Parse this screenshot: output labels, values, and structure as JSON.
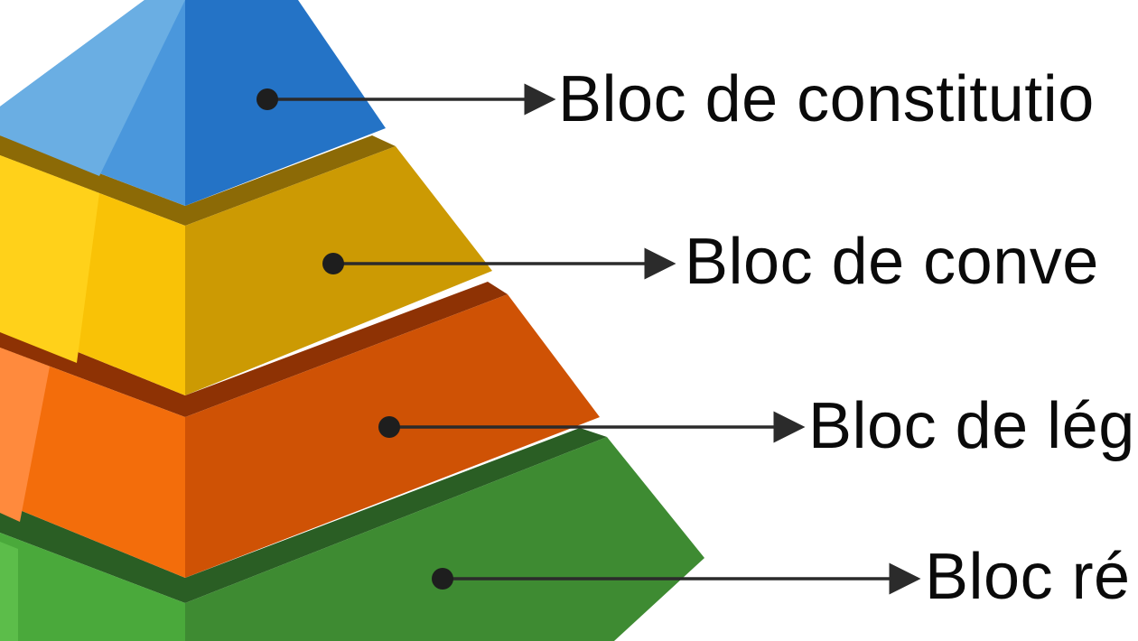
{
  "diagram": {
    "type": "pyramid",
    "tiers": [
      {
        "id": "top",
        "label": "Bloc de constitutio",
        "colors": {
          "light": "#6aaee3",
          "mid": "#4a97dc",
          "dark": "#2473c6"
        }
      },
      {
        "id": "second",
        "label": "Bloc de conve",
        "colors": {
          "light": "#ffd11a",
          "mid": "#f9c206",
          "dark": "#cc9a03",
          "ledge": "#8c6a06"
        }
      },
      {
        "id": "third",
        "label": "Bloc de lég",
        "colors": {
          "light": "#ff8a3d",
          "mid": "#f36d0b",
          "dark": "#cf5205",
          "ledge": "#8e3204"
        }
      },
      {
        "id": "bottom",
        "label": "Bloc ré",
        "colors": {
          "light": "#5cbd4a",
          "mid": "#4aa93b",
          "dark": "#3e8b32",
          "ledge": "#2a5e24"
        }
      }
    ],
    "connector_color": "#2b2b2b",
    "dot_color": "#1e1e1e"
  }
}
